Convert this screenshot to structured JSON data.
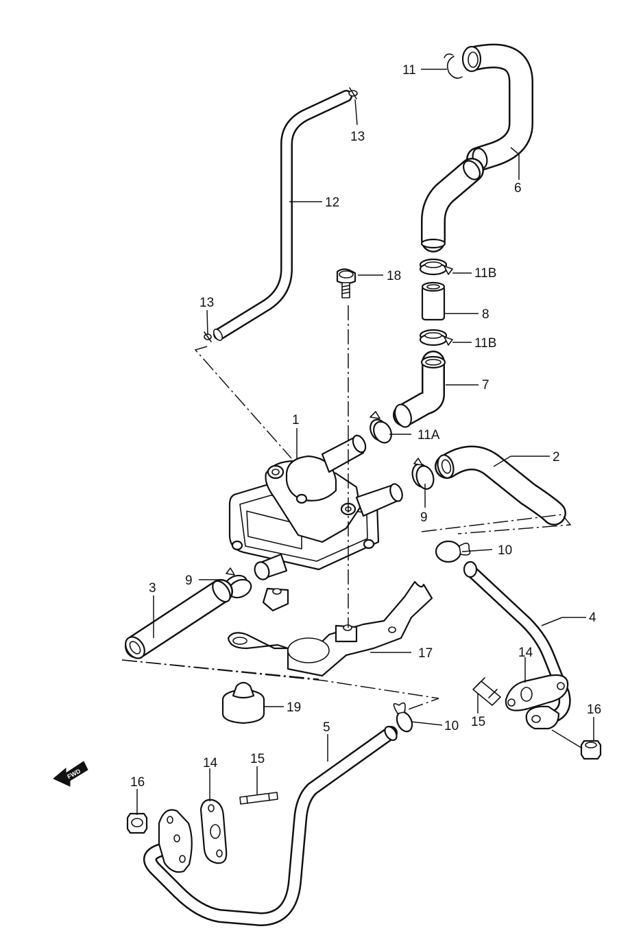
{
  "callouts": {
    "c1": "1",
    "c2": "2",
    "c3": "3",
    "c4": "4",
    "c5": "5",
    "c6": "6",
    "c7": "7",
    "c8": "8",
    "c9a": "9",
    "c9b": "9",
    "c10a": "10",
    "c10b": "10",
    "c11": "11",
    "c11a": "11A",
    "c11b_top": "11B",
    "c11b_bottom": "11B",
    "c12": "12",
    "c13_top": "13",
    "c13_left": "13",
    "c14_right": "14",
    "c14_left": "14",
    "c15_right": "15",
    "c15_left": "15",
    "c16_right": "16",
    "c16_left": "16",
    "c17": "17",
    "c18": "18",
    "c19": "19"
  },
  "fwd_label": "FWD",
  "icons": {
    "forward_arrow": "fwd-arrow-icon"
  },
  "colors": {
    "line": "#111111",
    "background": "#ffffff"
  }
}
